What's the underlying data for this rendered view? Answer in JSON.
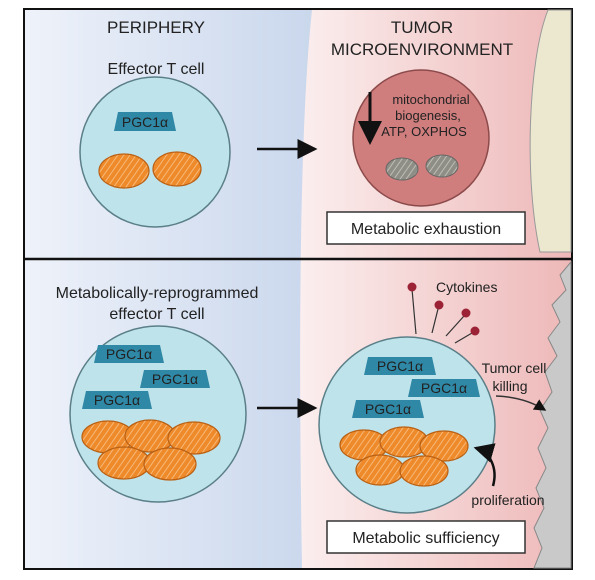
{
  "top": {
    "periphery_heading": "PERIPHERY",
    "cell_label": "Effector T cell",
    "tme_heading_line1": "TUMOR",
    "tme_heading_line2": "MICROENVIRONMENT",
    "left_cell_protein": "PGC1α",
    "arrow_text_lines": [
      "mitochondrial",
      "biogenesis,",
      "ATP, OXPHOS"
    ],
    "status_box": "Metabolic exhaustion"
  },
  "bottom": {
    "cell_label_line1": "Metabolically-reprogrammed",
    "cell_label_line2": "effector T cell",
    "left_proteins": [
      "PGC1α",
      "PGC1α",
      "PGC1α"
    ],
    "right_proteins": [
      "PGC1α",
      "PGC1α",
      "PGC1α"
    ],
    "cytokines_label": "Cytokines",
    "killing_line1": "Tumor cell",
    "killing_line2": "killing",
    "proliferation_label": "proliferation",
    "status_box": "Metabolic sufficiency"
  },
  "colors": {
    "periphery_blue": "#a9bfe0",
    "tme_pink": "#f0c3c3",
    "cell_fill": "#bfe3ea",
    "protein_fill": "#2f88a6",
    "mito_orange": "#ef8a2a",
    "exhausted_cell": "#cf7d7d",
    "cytokine_dot": "#9b2335"
  }
}
